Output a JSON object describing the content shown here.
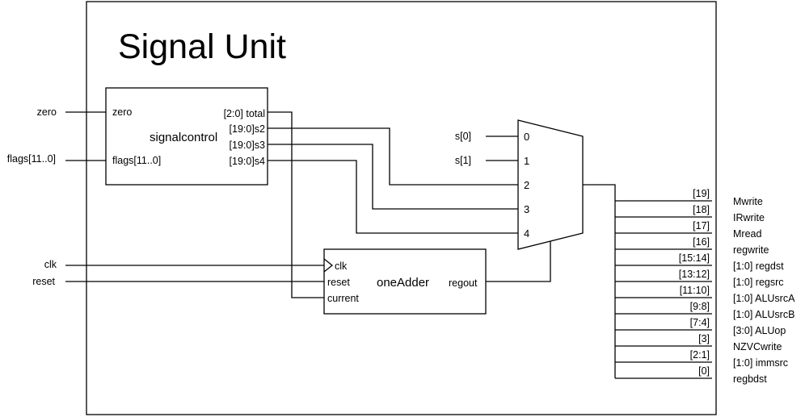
{
  "title": "Signal Unit",
  "inputs": {
    "zero": "zero",
    "flags": "flags[11..0]",
    "clk": "clk",
    "reset": "reset"
  },
  "signalcontrol": {
    "name": "signalcontrol",
    "in_zero": "zero",
    "in_flags": "flags[11..0]",
    "out_total": "[2:0] total",
    "out_s2": "[19:0]s2",
    "out_s3": "[19:0]s3",
    "out_s4": "[19:0]s4"
  },
  "oneadder": {
    "name": "oneAdder",
    "in_clk": "clk",
    "in_reset": "reset",
    "in_current": "current",
    "out_regout": "regout"
  },
  "mux": {
    "sel0": "s[0]",
    "sel1": "s[1]",
    "ports": [
      "0",
      "1",
      "2",
      "3",
      "4"
    ]
  },
  "outputs": [
    {
      "bits": "[19]",
      "name": "Mwrite"
    },
    {
      "bits": "[18]",
      "name": "IRwrite"
    },
    {
      "bits": "[17]",
      "name": "Mread"
    },
    {
      "bits": "[16]",
      "name": "regwrite"
    },
    {
      "bits": "[15:14]",
      "name": "[1:0] regdst"
    },
    {
      "bits": "[13:12]",
      "name": "[1:0] regsrc"
    },
    {
      "bits": "[11:10]",
      "name": "[1:0] ALUsrcA"
    },
    {
      "bits": "[9:8]",
      "name": "[1:0] ALUsrcB"
    },
    {
      "bits": "[7:4]",
      "name": "[3:0] ALUop"
    },
    {
      "bits": "[3]",
      "name": "NZVCwrite"
    },
    {
      "bits": "[2:1]",
      "name": "[1:0] immsrc"
    },
    {
      "bits": "[0]",
      "name": "regbdst"
    }
  ]
}
